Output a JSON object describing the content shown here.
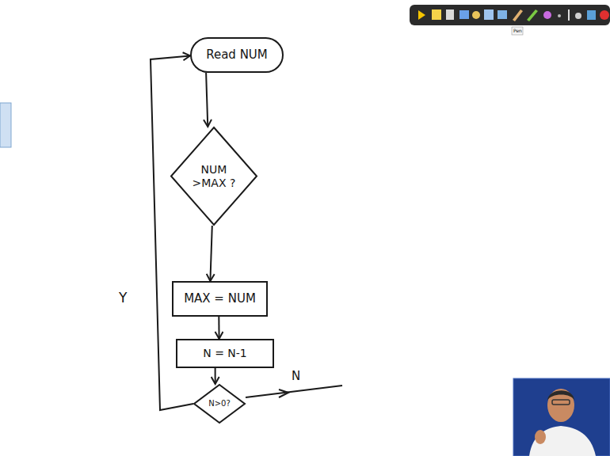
{
  "diagram": {
    "nodes": [
      {
        "text": [
          "Read NUM"
        ]
      },
      {
        "text": [
          "NUM >MAX ?"
        ]
      },
      {
        "text": [
          "MAX = NUM"
        ]
      },
      {
        "text": [
          "N = N-1"
        ]
      },
      {
        "text": [
          "N>0?"
        ]
      }
    ],
    "edges": [
      {
        "from": 0,
        "to": 1,
        "arrow": "to"
      },
      {
        "from": 1,
        "to": 2,
        "arrow": "to"
      },
      {
        "from": 2,
        "to": 3,
        "arrow": "to"
      },
      {
        "from": 3,
        "to": 4,
        "arrow": "to"
      },
      {
        "from": 4,
        "to": 0,
        "label": "Y",
        "arrow": "to"
      }
    ],
    "labels": [
      "N",
      "Pen"
    ]
  }
}
